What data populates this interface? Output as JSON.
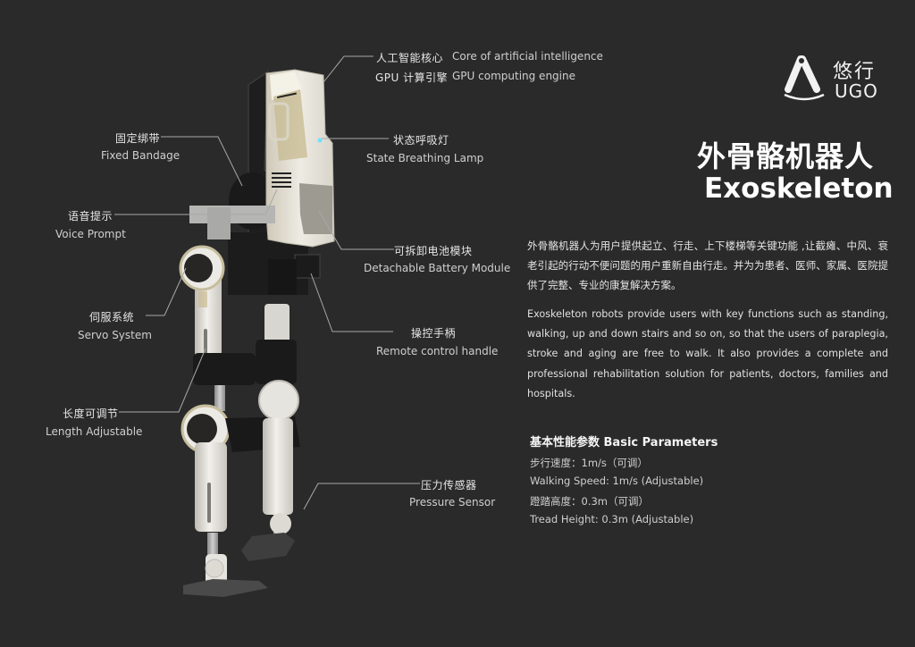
{
  "brand": {
    "name_cn": "悠行",
    "name_en": "UGO",
    "logo_icon": "ugo-logo-icon"
  },
  "title": {
    "cn": "外骨骼机器人",
    "en": "Exoskeleton"
  },
  "description": {
    "cn": "外骨骼机器人为用户提供起立、行走、上下楼梯等关键功能 ,让截瘫、中风、衰老引起的行动不便问题的用户重新自由行走。并为为患者、医师、家属、医院提供了完整、专业的康复解决方案。",
    "en": "Exoskeleton robots provide users with key functions such as standing, walking, up and down stairs and so on, so that the users of paraplegia, stroke and aging are free to walk. It also provides a complete and professional rehabilitation solution for patients, doctors, families and hospitals."
  },
  "parameters": {
    "title": "基本性能参数 Basic Parameters",
    "items": [
      "步行速度：1m/s（可调）",
      "Walking Speed: 1m/s (Adjustable)",
      "蹬踏高度：0.3m（可调）",
      "Tread Height: 0.3m (Adjustable)"
    ]
  },
  "callouts": {
    "ai_core": {
      "cn": "人工智能核心",
      "en": "Core of artificial intelligence"
    },
    "gpu": {
      "cn": "GPU 计算引擎",
      "en": "GPU computing engine"
    },
    "breathing_lamp": {
      "cn": "状态呼吸灯",
      "en": "State Breathing Lamp"
    },
    "battery": {
      "cn": "可拆卸电池模块",
      "en": "Detachable Battery Module"
    },
    "remote": {
      "cn": "操控手柄",
      "en": "Remote control handle"
    },
    "pressure": {
      "cn": "压力传感器",
      "en": "Pressure Sensor"
    },
    "bandage": {
      "cn": "固定绑带",
      "en": "Fixed Bandage"
    },
    "voice": {
      "cn": "语音提示",
      "en": "Voice Prompt"
    },
    "servo": {
      "cn": "伺服系统",
      "en": "Servo System"
    },
    "length": {
      "cn": "长度可调节",
      "en": "Length Adjustable"
    }
  },
  "colors": {
    "background": "#2a2a2a",
    "text_primary": "#ffffff",
    "text_secondary": "#cfcfcf",
    "callout_line": "#a8a8a8",
    "robot_shell": "#e8e6e0",
    "robot_gold": "#c9bb92",
    "breathing_lamp": "#6fe0ff"
  }
}
